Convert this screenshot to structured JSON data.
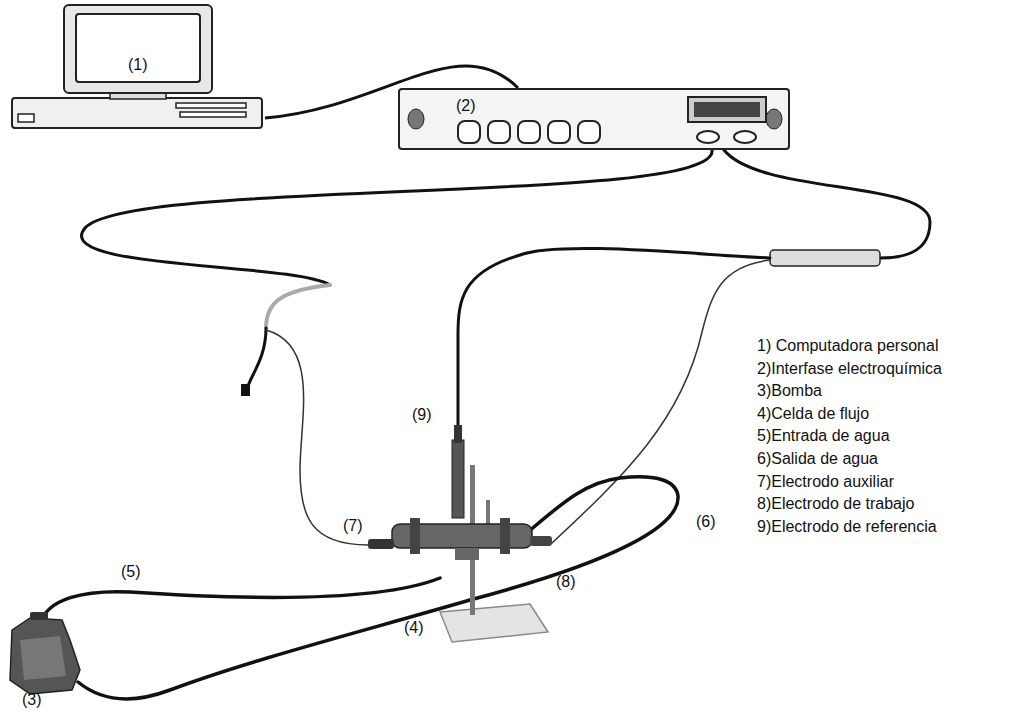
{
  "diagram": {
    "nodes": [
      {
        "text": [
          "(1)"
        ]
      },
      {
        "text": [
          "(2)"
        ]
      }
    ],
    "edges": [
      {
        "from": 0,
        "to": 1,
        "arrow": "none"
      }
    ],
    "labels": [
      "(3)",
      "(4)",
      "(5)",
      "(6)",
      "(7)",
      "(8)",
      "(9)",
      "1) Computadora personal",
      "2)Interfase electroquímica",
      "3)Bomba",
      "4)Celda de flujo",
      "5)Entrada de agua",
      "6)Salida de agua",
      "7)Electrodo auxiliar",
      "8)Electrodo de trabajo",
      "9)Electrodo de referencia"
    ]
  }
}
